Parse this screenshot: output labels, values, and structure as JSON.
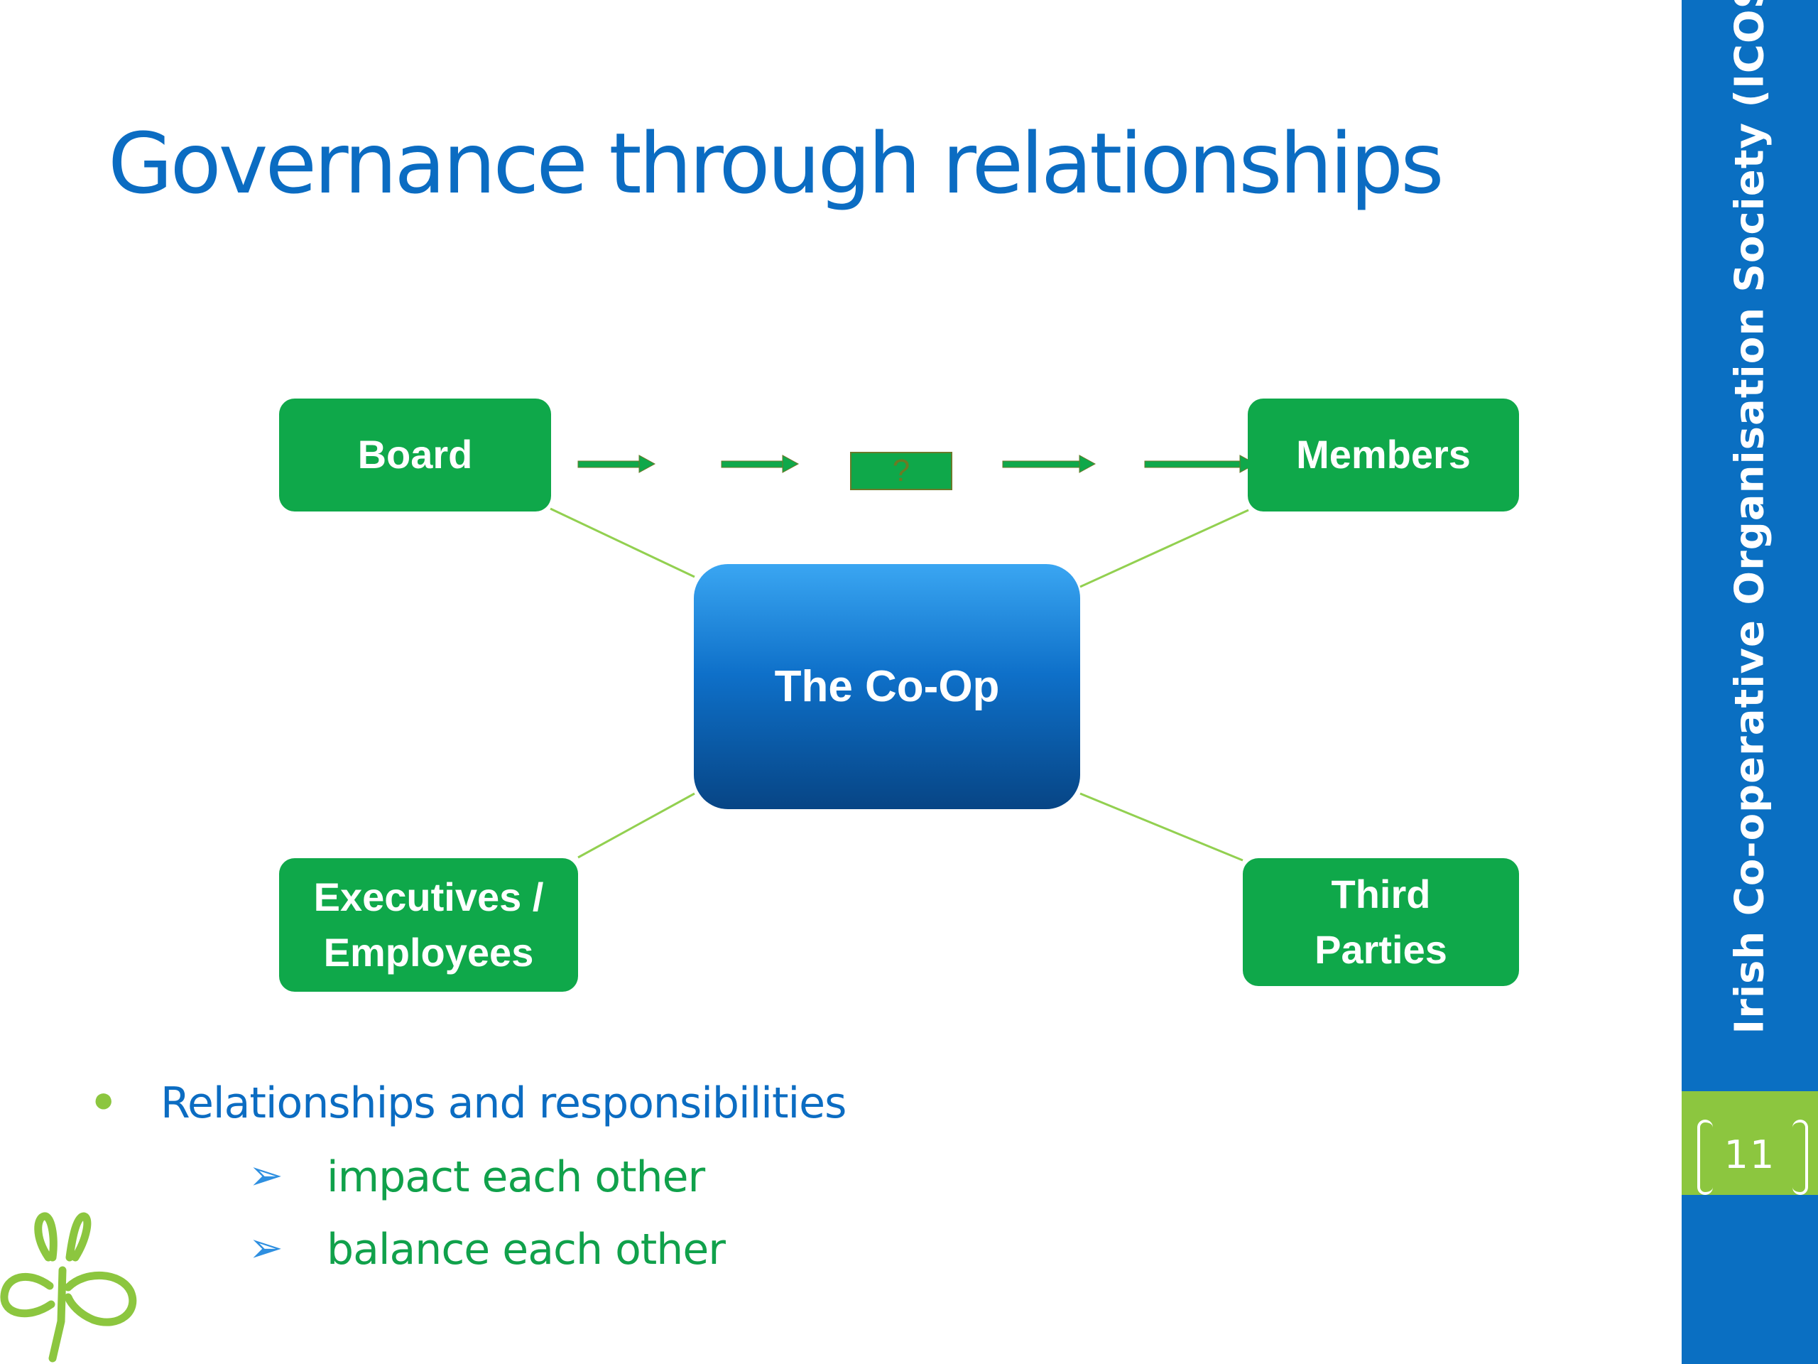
{
  "slide": {
    "title": "Governance through relationships",
    "sidebar_text": "Irish Co-operative Organisation Society (ICOS)",
    "page_number": "11"
  },
  "diagram": {
    "center": "The Co-Op",
    "nodes": {
      "board": "Board",
      "members": "Members",
      "executives": "Executives /\nEmployees",
      "third_parties": "Third\nParties"
    },
    "question_mark": "?"
  },
  "bullets": {
    "main": "Relationships and responsibilities",
    "sub": [
      "impact each other",
      "balance each other"
    ]
  },
  "colors": {
    "title_blue": "#0b6cc2",
    "sidebar_blue": "#0a6fc2",
    "accent_green": "#8cc63f",
    "node_green": "#0fa84a"
  }
}
